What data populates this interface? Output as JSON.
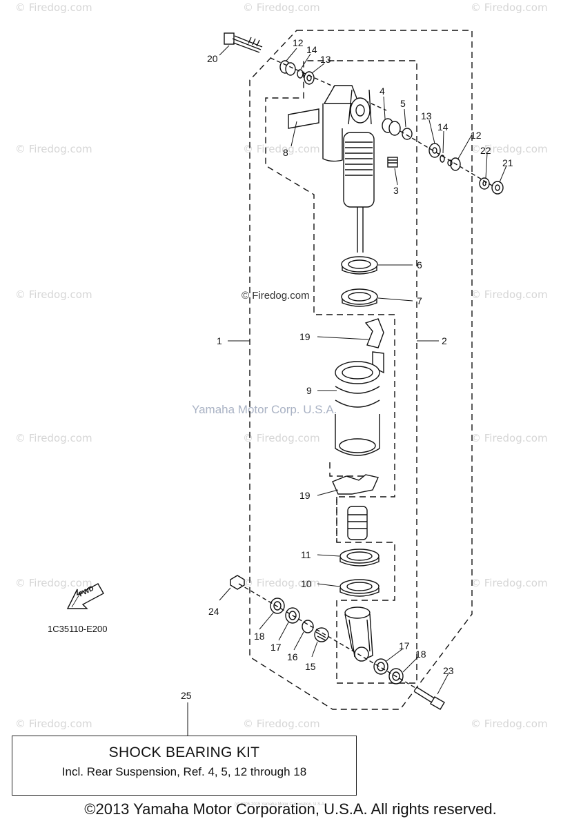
{
  "watermark": "© Firedog.com",
  "center_watermark": "Yamaha Motor Corp. U.S.A.",
  "diagram_code": "1C35110-E200",
  "fwd_label": "FWD",
  "callouts": [
    "20",
    "12",
    "14",
    "13",
    "4",
    "5",
    "13",
    "14",
    "12",
    "22",
    "21",
    "8",
    "3",
    "6",
    "7",
    "1",
    "2",
    "19",
    "9",
    "19",
    "11",
    "10",
    "24",
    "18",
    "17",
    "16",
    "15",
    "17",
    "18",
    "23",
    "25"
  ],
  "kit": {
    "title": "SHOCK BEARING KIT",
    "note": "Incl. Rear Suspension, Ref.  4, 5, 12 through 18"
  },
  "copyright": "©2013 Yamaha Motor Corporation, U.S.A. All rights reserved.",
  "fine_print": "(c) 2005-2015 Yamaha Motor Corporation, U.S.A."
}
